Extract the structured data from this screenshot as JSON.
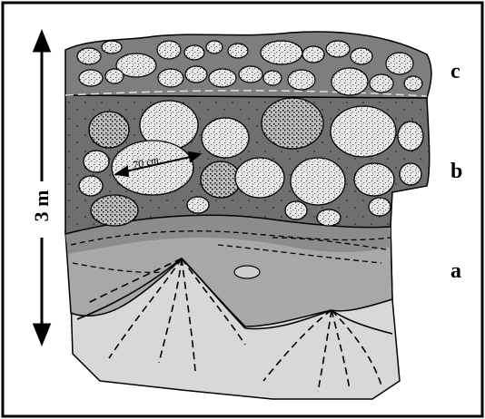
{
  "scale": {
    "label": "3 m"
  },
  "boulder_size": {
    "label": "70 cm"
  },
  "layers": [
    {
      "id": "c",
      "label": "c"
    },
    {
      "id": "b",
      "label": "b"
    },
    {
      "id": "a",
      "label": "a"
    }
  ],
  "colors": {
    "matrix_dark": "#6e6e6e",
    "matrix_mid": "#8a8a8a",
    "layer_a": "#a9a9a9",
    "base_light": "#d6d6d6",
    "boulder": "#e4e4e4",
    "outline": "#000000"
  }
}
